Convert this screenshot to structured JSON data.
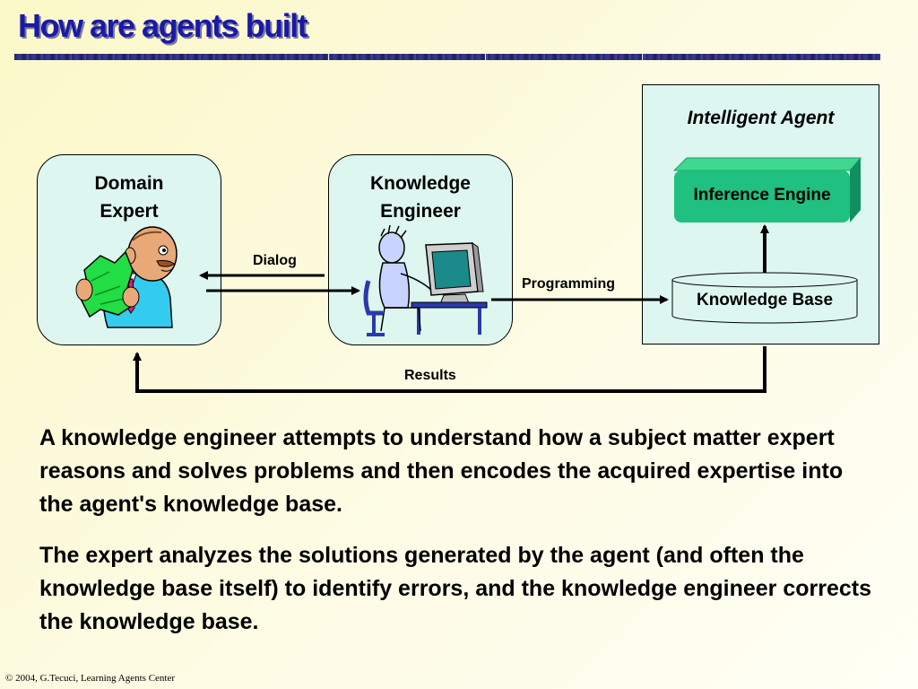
{
  "slide": {
    "title": "How are agents built",
    "footer": "© 2004, G.Tecuci, Learning Agents Center"
  },
  "diagram": {
    "domain_expert": {
      "line1": "Domain",
      "line2": "Expert"
    },
    "knowledge_engineer": {
      "line1": "Knowledge",
      "line2": "Engineer"
    },
    "intelligent_agent": {
      "label": "Intelligent Agent"
    },
    "inference_engine": {
      "label": "Inference Engine"
    },
    "knowledge_base": {
      "label": "Knowledge Base"
    },
    "edges": {
      "dialog": "Dialog",
      "programming": "Programming",
      "results": "Results"
    }
  },
  "body": {
    "paragraph1": "A knowledge engineer attempts to understand how a subject matter expert reasons and solves problems and then encodes the acquired expertise into the agent's knowledge base.",
    "paragraph2": "The expert analyzes the solutions generated by the agent (and often the knowledge base itself) to identify errors, and the knowledge engineer corrects the knowledge base."
  },
  "colors": {
    "title": "#1a1aa6",
    "node_fill": "#ddf7f0",
    "inference_engine": "#20c080",
    "knowledge_base": "#ddf7f0"
  }
}
